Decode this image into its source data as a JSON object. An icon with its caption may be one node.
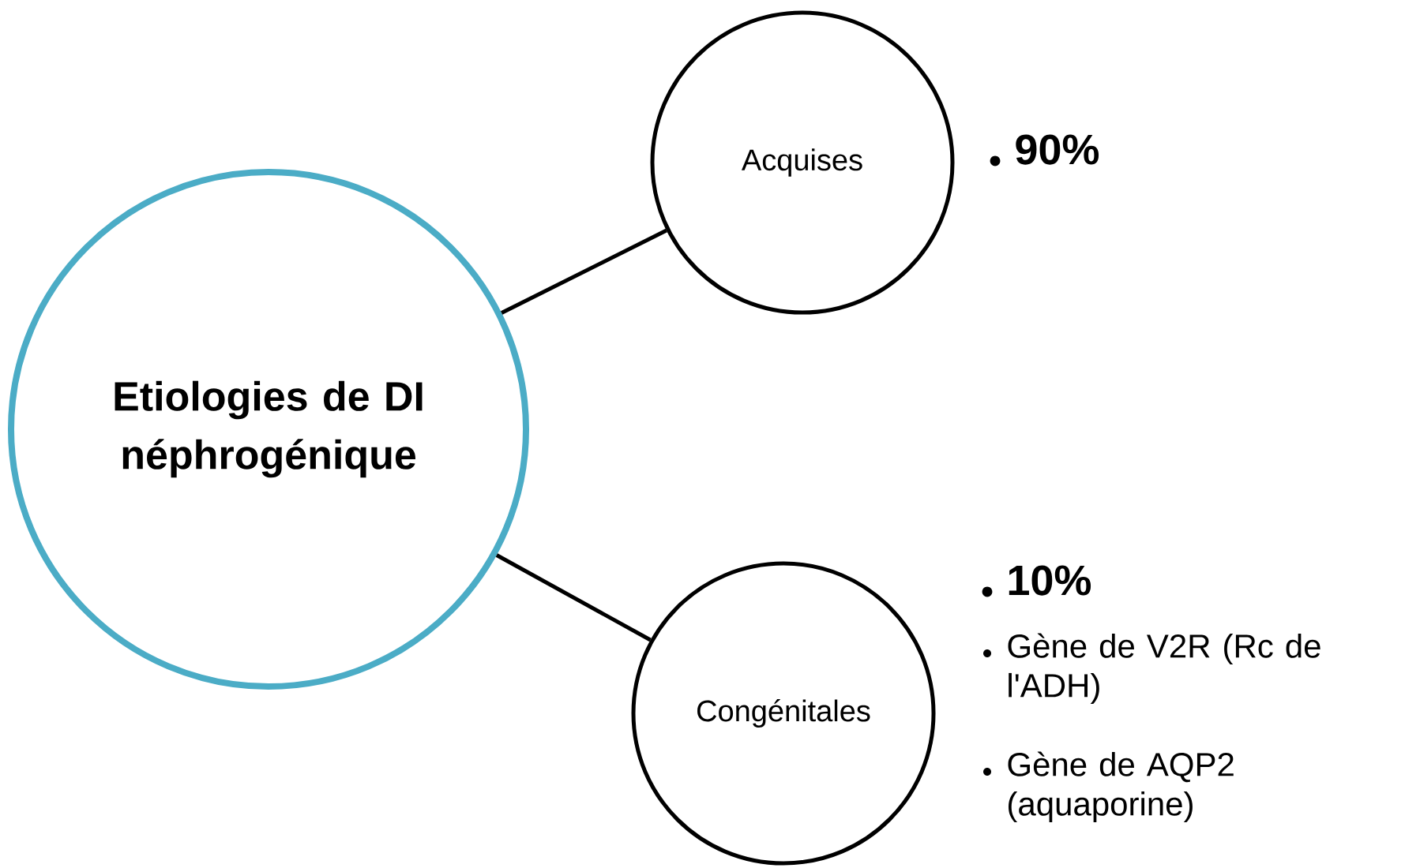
{
  "diagram": {
    "nodes": [
      {
        "text": [
          "Etiologies de DI néphrogénique"
        ]
      },
      {
        "text": [
          "Acquises"
        ],
        "beside": [
          "90%"
        ]
      },
      {
        "text": [
          "Congénitales"
        ],
        "beside": [
          "10%",
          "Gène de V2R (Rc de l'ADH)",
          "Gène de AQP2 (aquaporine)"
        ]
      }
    ],
    "edges": [
      {
        "from": 0,
        "to": 1,
        "arrow": "none"
      },
      {
        "from": 0,
        "to": 2,
        "arrow": "none"
      }
    ]
  }
}
